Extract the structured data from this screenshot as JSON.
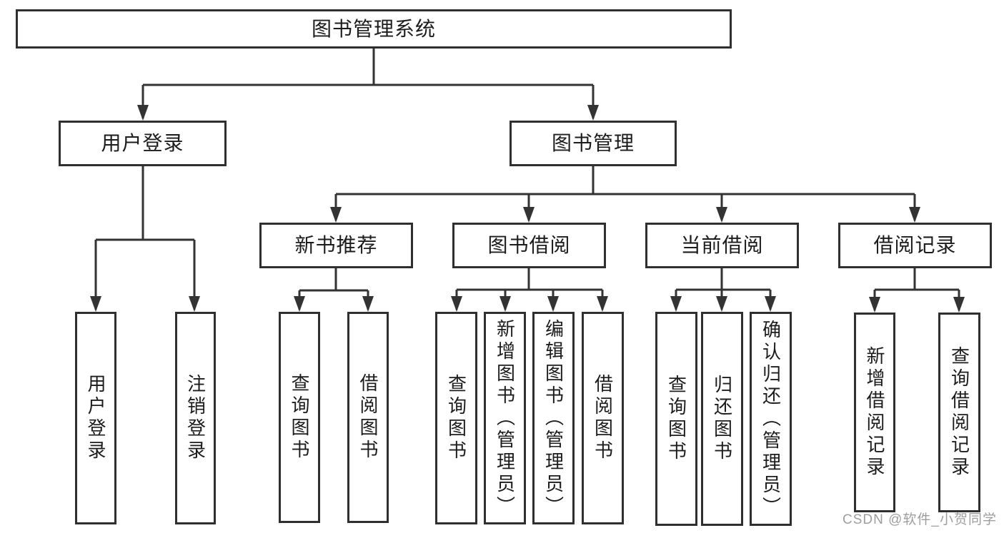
{
  "diagram": {
    "root": {
      "label": "图书管理系统"
    },
    "level2": [
      {
        "id": "user-login",
        "label": "用户登录"
      },
      {
        "id": "book-management",
        "label": "图书管理"
      }
    ],
    "level3": [
      {
        "id": "new-book-recommend",
        "label": "新书推荐"
      },
      {
        "id": "book-borrow",
        "label": "图书借阅"
      },
      {
        "id": "current-borrow",
        "label": "当前借阅"
      },
      {
        "id": "borrow-records",
        "label": "借阅记录"
      }
    ],
    "leaves": {
      "user_login": [
        "用户登录",
        "注销登录"
      ],
      "new_book": [
        "查询图书",
        "借阅图书"
      ],
      "book_borrow": [
        "查询图书",
        "新增图书（管理员）",
        "编辑图书（管理员）",
        "借阅图书"
      ],
      "current_borrow": [
        "查询图书",
        "归还图书",
        "确认归还（管理员）"
      ],
      "borrow_records": [
        "新增借阅记录",
        "查询借阅记录"
      ]
    }
  },
  "watermark": {
    "text": "CSDN @软件_小贺同学"
  },
  "colors": {
    "line": "#333333",
    "box_border": "#2f2f2f",
    "box_fill": "#ffffff",
    "text": "#1c1c1c",
    "watermark": "#9e9e9e"
  }
}
